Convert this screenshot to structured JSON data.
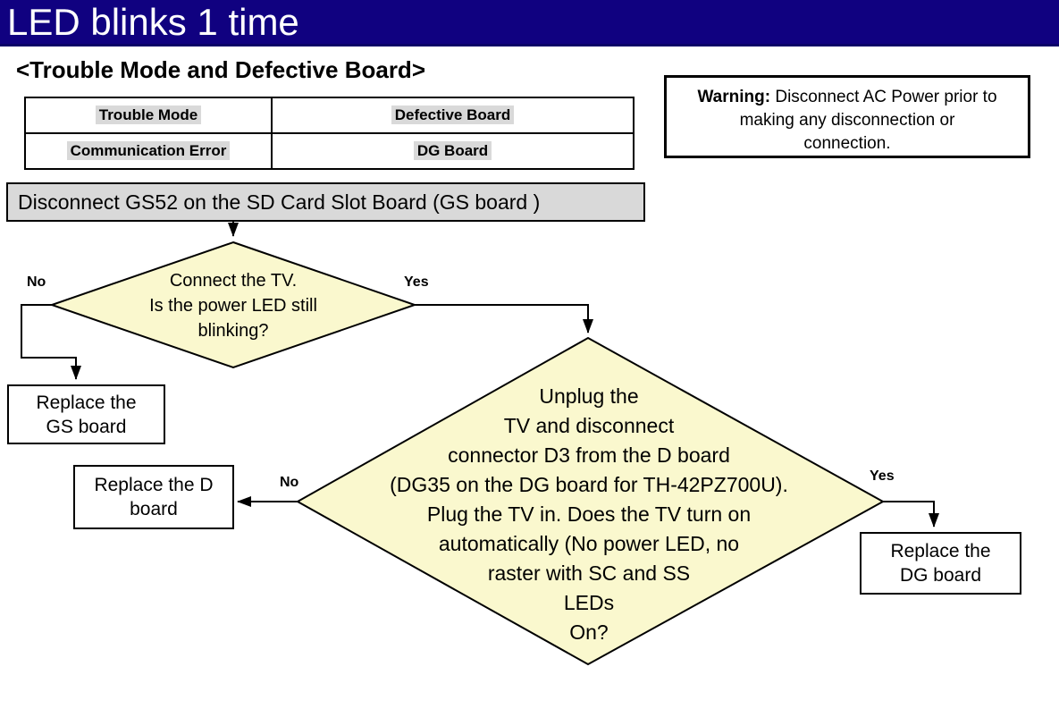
{
  "title": "LED blinks 1 time",
  "subtitle": "<Trouble Mode and Defective Board>",
  "table": {
    "col1_header": "Trouble Mode",
    "col2_header": "Defective Board",
    "col1_value": "Communication Error",
    "col2_value": "DG Board"
  },
  "warning": {
    "label": "Warning:",
    "text": " Disconnect AC Power prior to\nmaking any disconnection or\nconnection."
  },
  "flow": {
    "start_label": "Disconnect GS52 on the SD Card Slot Board (GS board )",
    "decision1": {
      "text": "Connect the TV.\nIs the power LED still\nblinking?",
      "no": "No",
      "yes": "Yes"
    },
    "gs_box": "Replace the\nGS board",
    "decision2": {
      "text": "Unplug the\nTV and disconnect\nconnector D3 from the D board\n(DG35 on the DG board for TH-42PZ700U).\nPlug the TV in. Does the TV turn on\nautomatically (No power LED, no\nraster with SC and SS\nLEDs\nOn?",
      "no": "No",
      "yes": "Yes"
    },
    "d_box": "Replace the D\nboard",
    "dg_box": "Replace the\nDG board"
  },
  "colors": {
    "header_bg": "#100180",
    "header_edge": "#0B0168",
    "diamond_fill": "#FAF8CE",
    "gray_fill": "#D9D9D9",
    "line": "#000000"
  }
}
